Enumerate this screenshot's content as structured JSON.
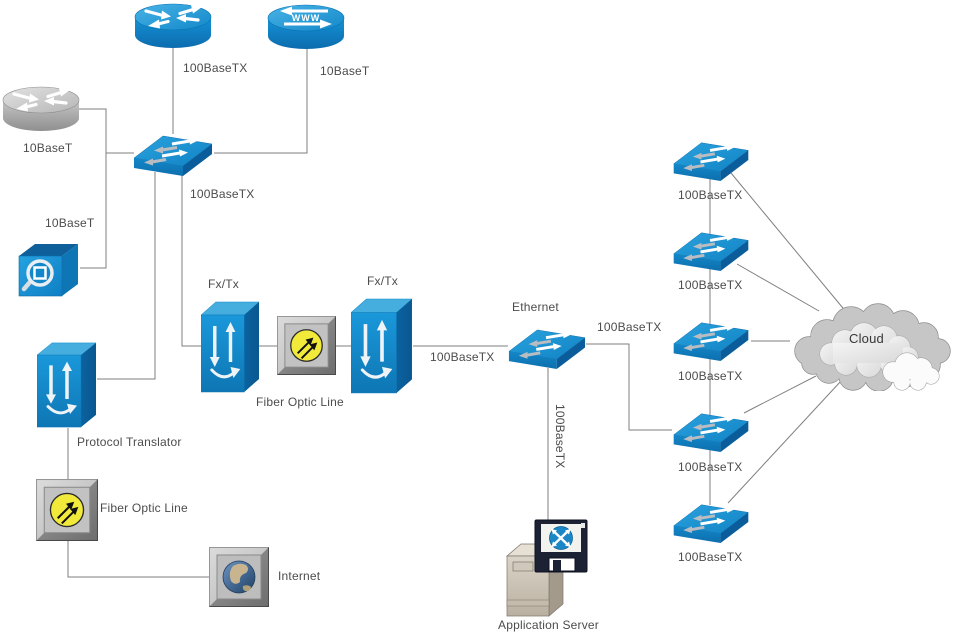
{
  "colors": {
    "device_blue": "#1287c9",
    "device_blue_dark": "#0b5e9a",
    "device_gray": "#b4b4b4",
    "metal_gray": "#a8a8a8",
    "fiber_yellow": "#f2ea3a",
    "line_gray": "#7f7f7f",
    "label_text": "#4c4c4c",
    "cloud_gray": "#c6c6c6"
  },
  "nodes": {
    "top_router": {
      "label": "100BaseTX"
    },
    "www_router": {
      "label": "10BaseT",
      "icon_text": "WWW"
    },
    "gray_router": {
      "label": "10BaseT"
    },
    "main_hub": {
      "label": "100BaseTX"
    },
    "inspector": {
      "label": "10BaseT"
    },
    "protocol_translator": {
      "label": "Protocol Translator"
    },
    "fxtx_left": {
      "label": "Fx/Tx"
    },
    "fiber_optic_mid": {
      "label": "Fiber Optic Line"
    },
    "fxtx_right": {
      "label": "Fx/Tx"
    },
    "ethernet_switch": {
      "label": "Ethernet"
    },
    "fiber_optic_bottom": {
      "label": "Fiber Optic Line"
    },
    "internet": {
      "label": "Internet"
    },
    "app_server": {
      "label": "Application Server"
    },
    "cloud": {
      "label": "Cloud"
    },
    "lan_switches": [
      {
        "label": "100BaseTX"
      },
      {
        "label": "100BaseTX"
      },
      {
        "label": "100BaseTX"
      },
      {
        "label": "100BaseTX"
      },
      {
        "label": "100BaseTX"
      }
    ]
  },
  "links": {
    "converter_to_ethernet": {
      "label": "100BaseTX"
    },
    "ethernet_to_lan": {
      "label": "100BaseTX"
    },
    "ethernet_to_server": {
      "label": "100BaseTX"
    }
  }
}
